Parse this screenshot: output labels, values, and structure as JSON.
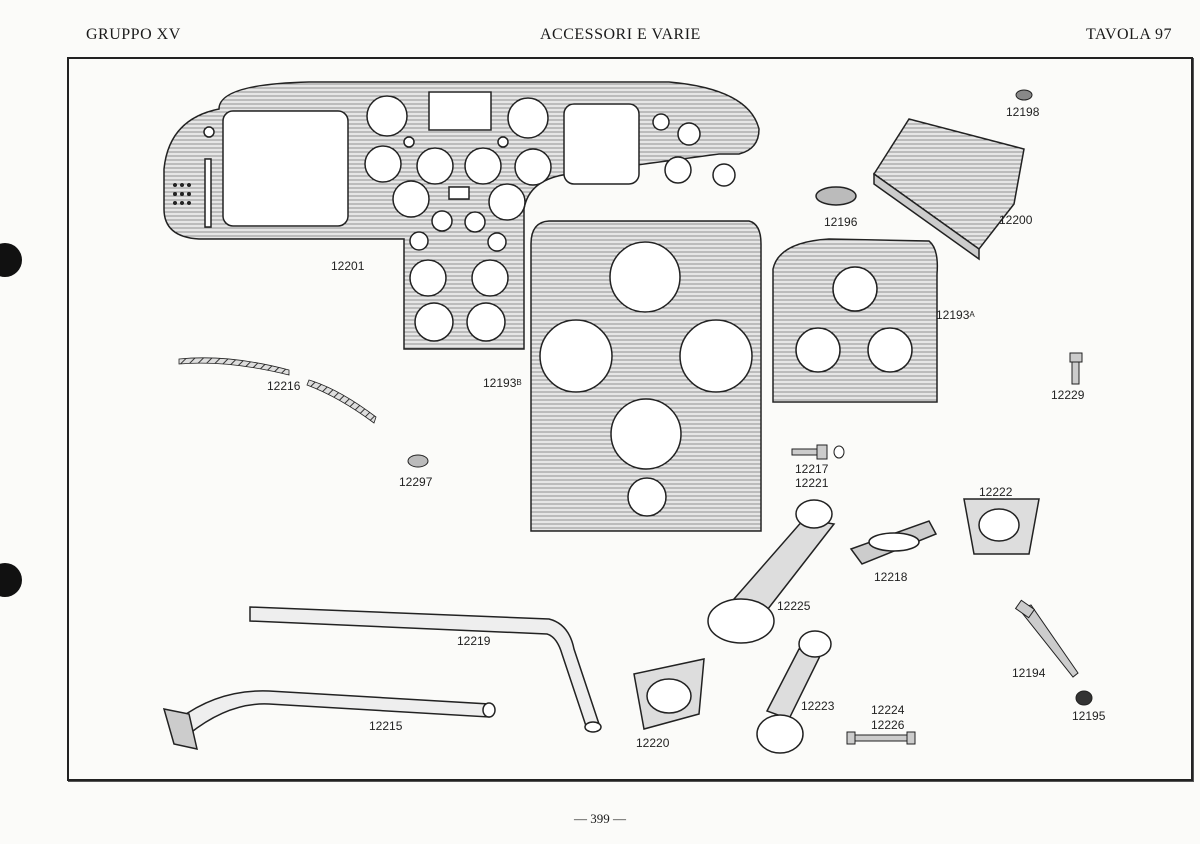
{
  "header": {
    "group": "GRUPPO XV",
    "title": "ACCESSORI E VARIE",
    "plate": "TAVOLA 97"
  },
  "parts": {
    "p12201": "12201",
    "p12193b": "12193",
    "p12193b_sup": "B",
    "p12193a": "12193",
    "p12193a_sup": "A",
    "p12196": "12196",
    "p12198": "12198",
    "p12200": "12200",
    "p12216": "12216",
    "p12229": "12229",
    "p12297": "12297",
    "p12217": "12217",
    "p12221": "12221",
    "p12222": "12222",
    "p12218": "12218",
    "p12225": "12225",
    "p12219": "12219",
    "p12194": "12194",
    "p12195": "12195",
    "p12215": "12215",
    "p12220": "12220",
    "p12223": "12223",
    "p12224": "12224",
    "p12226": "12226"
  },
  "footer": {
    "page": "— 399 —"
  }
}
